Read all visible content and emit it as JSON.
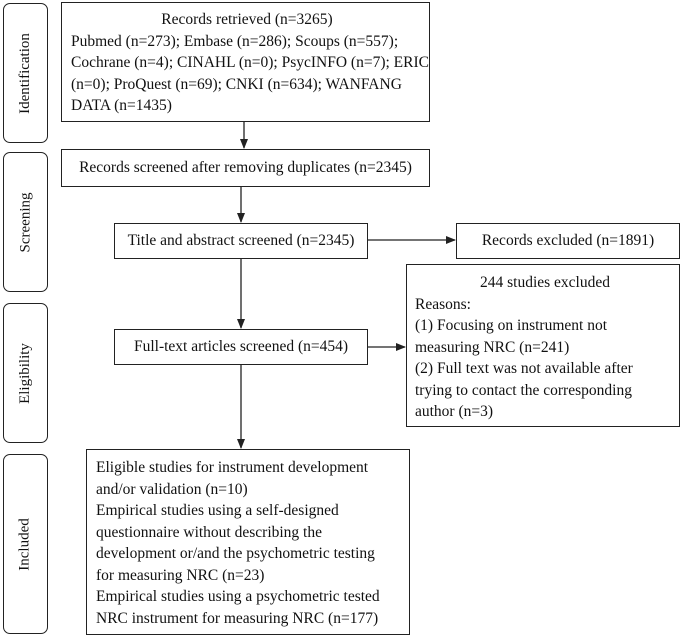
{
  "stages": {
    "identification": "Identification",
    "screening": "Screening",
    "eligibility": "Eligibility",
    "included": "Included"
  },
  "records_retrieved": {
    "title": "Records retrieved (n=3265)",
    "lines": [
      "Pubmed (n=273); Embase (n=286); Scoups (n=557);",
      "Cochrane (n=4); CINAHL (n=0); PsycINFO (n=7); ERIC",
      "(n=0); ProQuest (n=69); CNKI (n=634); WANFANG",
      "DATA (n=1435)"
    ]
  },
  "records_screened": "Records screened after removing duplicates (n=2345)",
  "title_abstract": "Title and abstract screened (n=2345)",
  "records_excluded": "Records excluded (n=1891)",
  "full_text": "Full-text articles screened (n=454)",
  "studies_excluded": {
    "title": "244 studies excluded",
    "lines": [
      "Reasons:",
      "(1) Focusing on instrument not",
      "measuring NRC (n=241)",
      "(2) Full text was not available after",
      "trying to contact the corresponding",
      "author (n=3)"
    ]
  },
  "included_studies": {
    "lines": [
      "Eligible studies for instrument development",
      "and/or validation (n=10)",
      "Empirical studies using a self-designed",
      "questionnaire without describing the",
      "development or/and the psychometric testing",
      "for measuring NRC (n=23)",
      "Empirical studies using a psychometric tested",
      "NRC instrument for measuring NRC (n=177)"
    ]
  }
}
